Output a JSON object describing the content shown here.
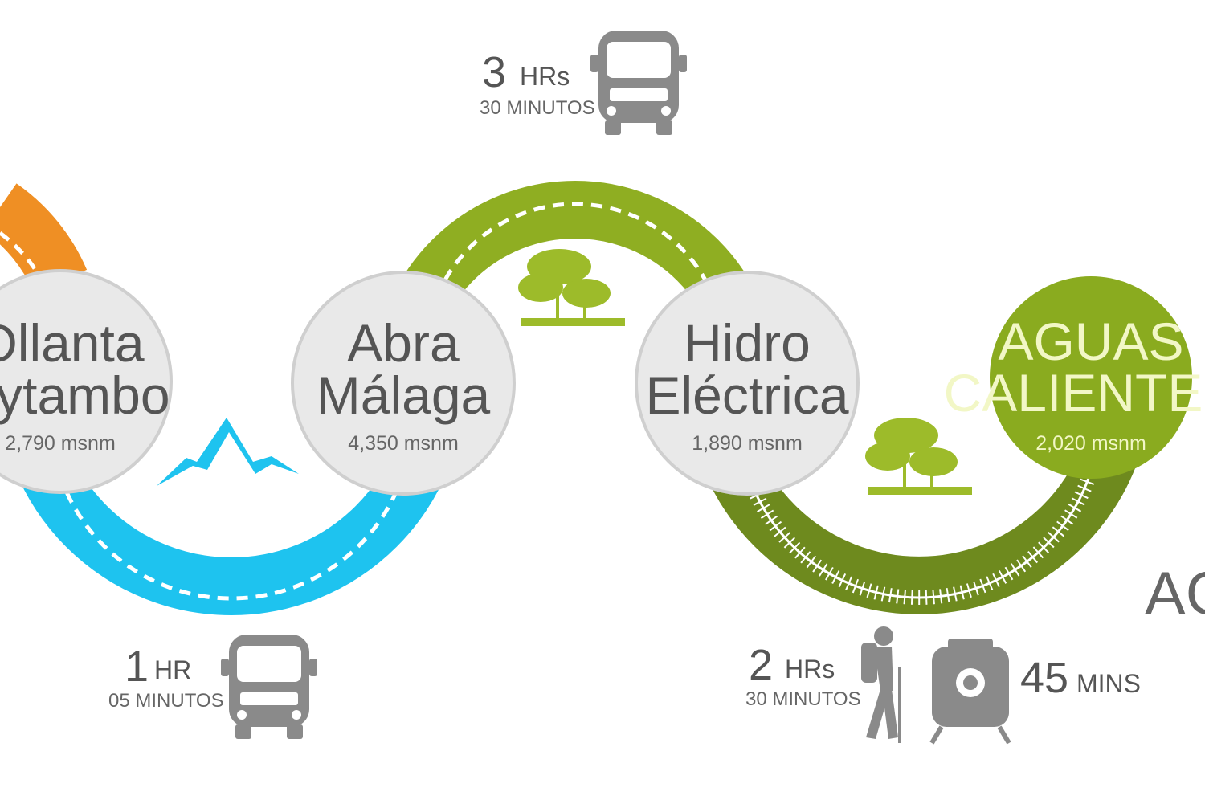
{
  "colors": {
    "orange": "#ef8f24",
    "blue": "#1ec3ef",
    "green": "#8fae22",
    "olive": "#6e8a1e",
    "node_gray": "#e9e9e9",
    "destination": "#8aab1f",
    "text_gray": "#555555"
  },
  "stops": [
    {
      "name_line1": "Ollanta",
      "name_line2": "aytambo",
      "altitude": "2,790 msnm"
    },
    {
      "name_line1": "Abra",
      "name_line2": "Málaga",
      "altitude": "4,350 msnm"
    },
    {
      "name_line1": "Hidro",
      "name_line2": "Eléctrica",
      "altitude": "1,890 msnm"
    },
    {
      "name_line1": "AGUAS",
      "name_line2": "CALIENTES",
      "altitude": "2,020 msnm"
    }
  ],
  "legs": [
    {
      "num": "1",
      "unit": "HR",
      "sub": "05 MINUTOS",
      "icon": "van-icon"
    },
    {
      "num": "3",
      "unit": "HRs",
      "sub": "30 MINUTOS",
      "icon": "van-icon"
    },
    {
      "num": "2",
      "unit": "HRs",
      "sub": "30 MINUTOS",
      "icon": "hiker-icon"
    },
    {
      "num": "45",
      "unit": "MINS",
      "icon": "train-icon"
    }
  ],
  "cut_off_label": "AGU"
}
